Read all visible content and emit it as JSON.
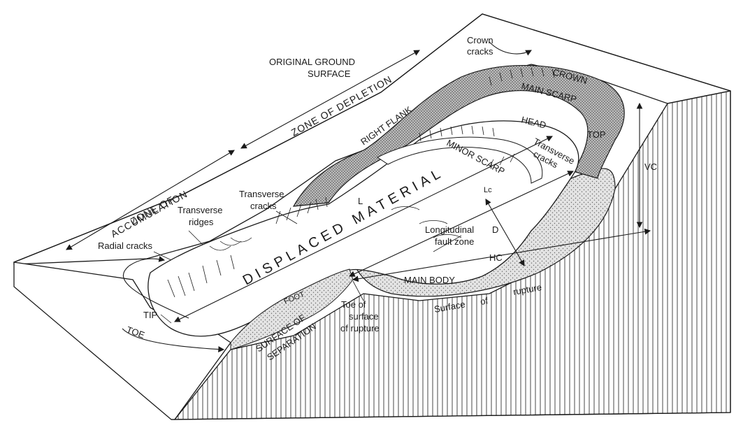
{
  "labels": {
    "crown_cracks_1": "Crown",
    "crown_cracks_2": "cracks",
    "original_ground_1": "ORIGINAL GROUND",
    "original_ground_2": "SURFACE",
    "zone_of_depletion": "ZONE OF DEPLETION",
    "crown": "CROWN",
    "main_scarp": "MAIN SCARP",
    "head": "HEAD",
    "top": "TOP",
    "right_flank": "RIGHT FLANK",
    "minor_scarp": "MINOR SCARP",
    "transverse_cracks_right_1": "Transverse",
    "transverse_cracks_right_2": "cracks",
    "vc": "VC",
    "lc": "Lc",
    "l": "L",
    "d": "D",
    "zone_of_accumulation_1": "ZONE OF",
    "zone_of_accumulation_2": "ACCUMULATION",
    "transverse_cracks_1": "Transverse",
    "transverse_cracks_2": "cracks",
    "transverse_ridges_1": "Transverse",
    "transverse_ridges_2": "ridges",
    "radial_cracks": "Radial cracks",
    "displaced_material": "DISPLACED MATERIAL",
    "longitudinal_1": "Longitudinal",
    "longitudinal_2": "fault zone",
    "hc": "HC",
    "main_body": "MAIN BODY",
    "foot": "FOOT",
    "surface_of_rupture_1": "Surface",
    "surface_of_rupture_2": "of",
    "surface_of_rupture_3": "rupture",
    "tip": "TIP",
    "toe": "TOE",
    "surface_of_separation_1": "SURFACE OF",
    "surface_of_separation_2": "SEPARATION",
    "toe_of_rupture_1": "Toe of",
    "toe_of_rupture_2": "surface",
    "toe_of_rupture_3": "of rupture"
  }
}
